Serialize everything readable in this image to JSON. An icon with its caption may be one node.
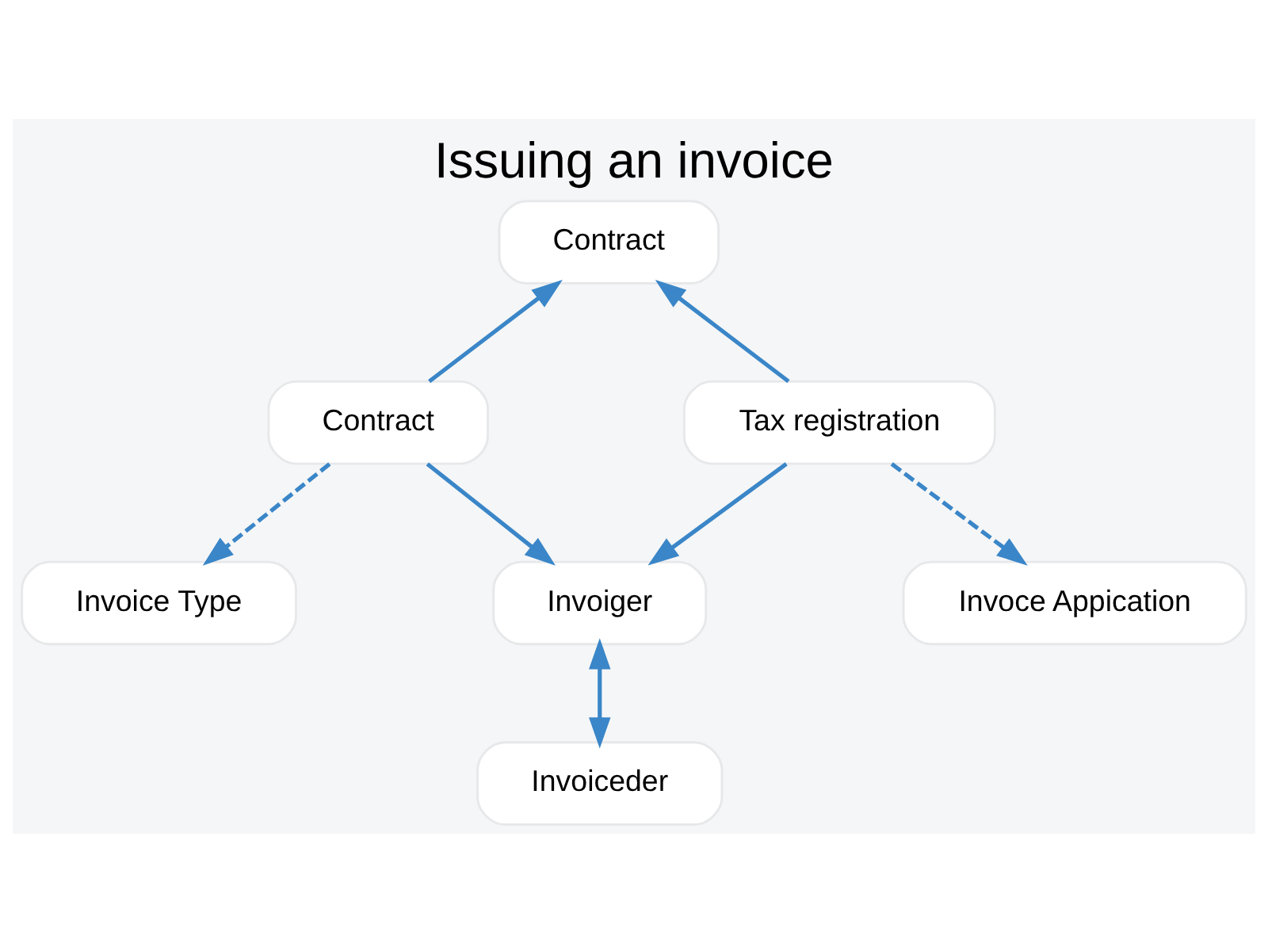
{
  "diagram": {
    "title": "Issuing an invoice",
    "nodes": [
      {
        "text": [
          "Contract"
        ]
      },
      {
        "text": [
          "Contract"
        ]
      },
      {
        "text": [
          "Tax registration"
        ]
      },
      {
        "text": [
          "Invoiger"
        ]
      },
      {
        "text": [
          "Invoice Type"
        ]
      },
      {
        "text": [
          "Invoce Appication"
        ]
      },
      {
        "text": [
          "Invoiceder"
        ]
      }
    ],
    "edges": [
      {
        "from": 1,
        "to": 0,
        "arrow": "to"
      },
      {
        "from": 2,
        "to": 0,
        "arrow": "to"
      },
      {
        "from": 1,
        "to": 3,
        "arrow": "to"
      },
      {
        "from": 2,
        "to": 3,
        "arrow": "to"
      },
      {
        "from": 1,
        "to": 4,
        "arrow": "to",
        "style": "dashed"
      },
      {
        "from": 2,
        "to": 5,
        "arrow": "to",
        "style": "dashed"
      },
      {
        "from": 3,
        "to": 6,
        "arrow": "both"
      }
    ]
  }
}
